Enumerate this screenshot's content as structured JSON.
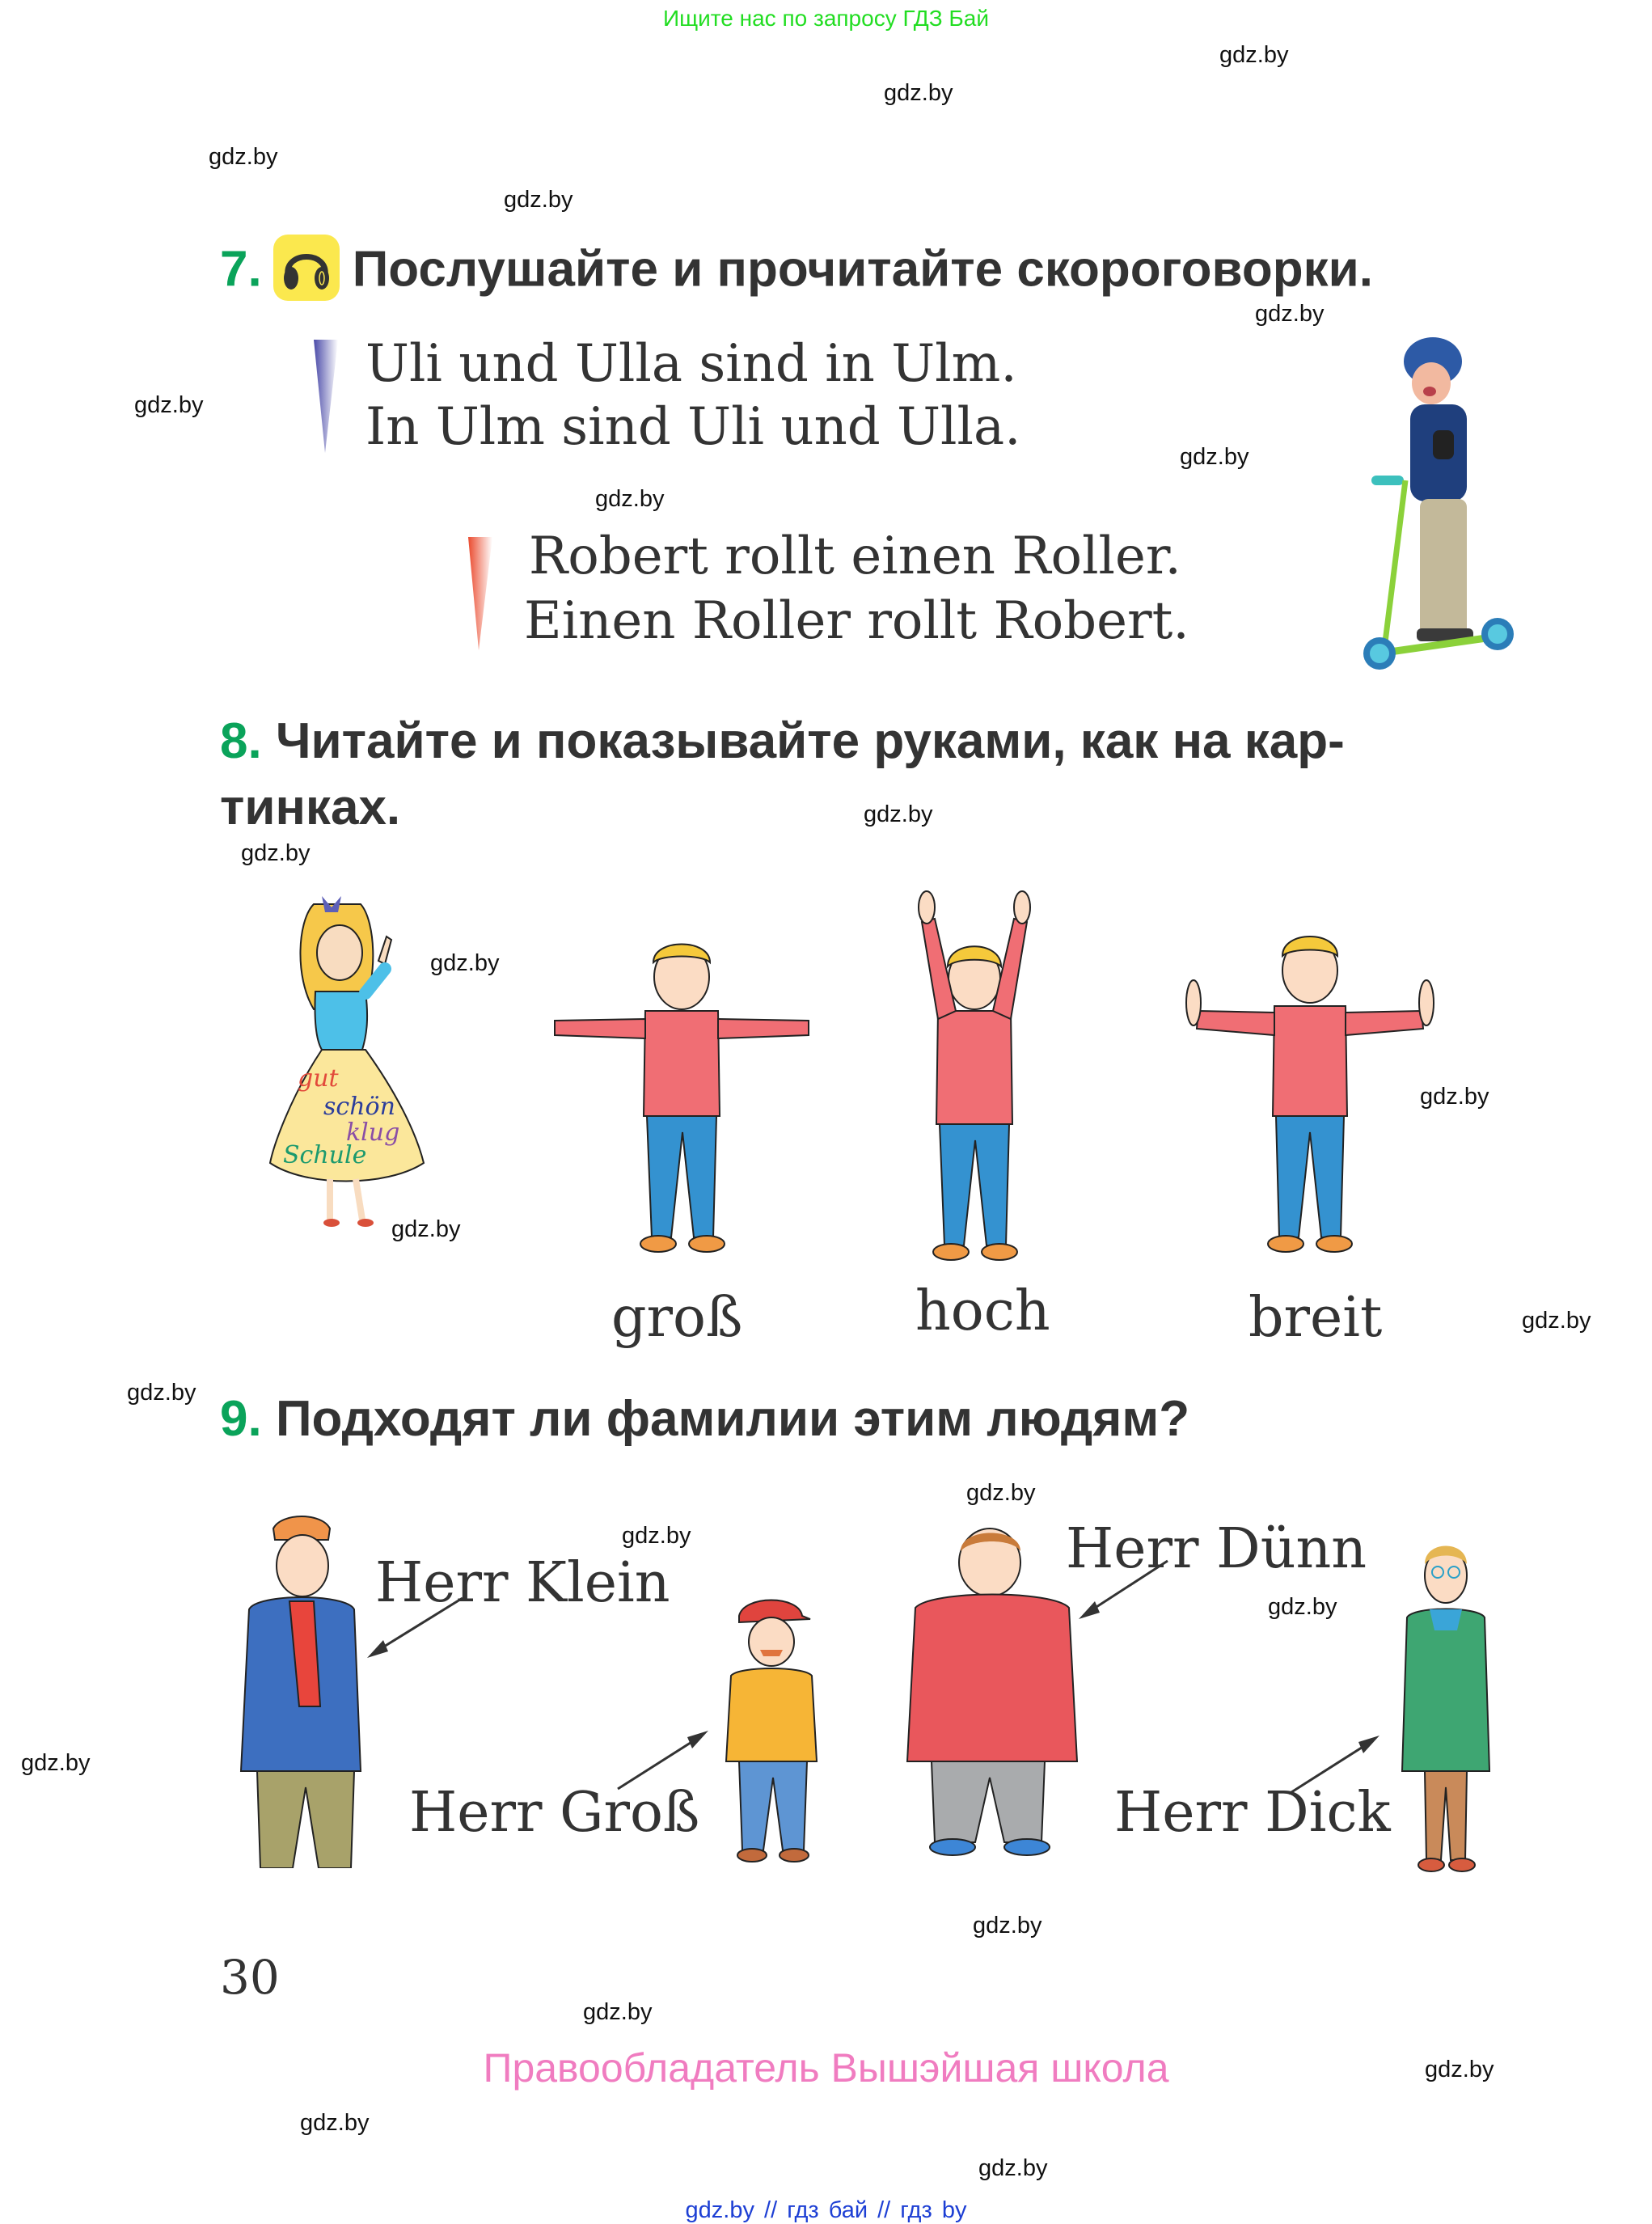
{
  "banner": {
    "text": "Ищите нас по запросу ГДЗ Бай",
    "color": "#22dd22"
  },
  "watermark": "gdz.by",
  "exercise7": {
    "number": "7.",
    "title": "Послушайте и прочитайте скороговорки.",
    "icon": "headphones-icon",
    "twister1": {
      "line1": "Uli und Ulla sind in Ulm.",
      "line2": "In Ulm sind Uli und Ulla."
    },
    "twister2": {
      "line1": "Robert rollt einen Roller.",
      "line2": "Einen Roller rollt Robert."
    },
    "image": "boy-on-scooter"
  },
  "exercise8": {
    "number": "8.",
    "title_line1": "Читайте и показывайте руками, как на кар-",
    "title_line2": "тинках.",
    "teacher_skirt_words": [
      "gut",
      "schön",
      "klug",
      "Schule"
    ],
    "words": [
      "groß",
      "hoch",
      "breit"
    ]
  },
  "exercise9": {
    "number": "9.",
    "title": "Подходят ли фамилии этим людям?",
    "names": [
      "Herr Klein",
      "Herr Groß",
      "Herr Dünn",
      "Herr Dick"
    ]
  },
  "page_number": "30",
  "rights_holder": "Правообладатель Вышэйшая школа",
  "footer": "gdz.by  //  гдз бай  //  гдз by",
  "colors": {
    "accent_number": "#0aa35a",
    "heading": "#333333",
    "rights": "#f07cc0",
    "footer_link": "#1d3fd4"
  }
}
